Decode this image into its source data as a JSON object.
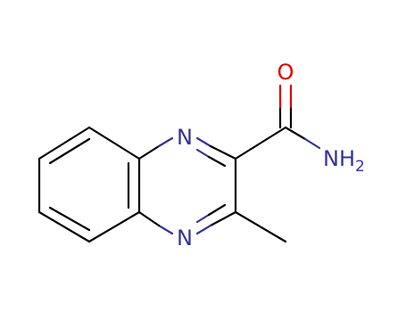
{
  "molecule": {
    "atoms": {
      "n_top": {
        "label": "N",
        "color": "#333399"
      },
      "n_bottom": {
        "label": "N",
        "color": "#333399"
      },
      "o_carbonyl": {
        "label": "O",
        "color": "#e00000"
      },
      "nh2_group": {
        "label": "NH",
        "subscript": "2",
        "color": "#333399"
      }
    }
  }
}
